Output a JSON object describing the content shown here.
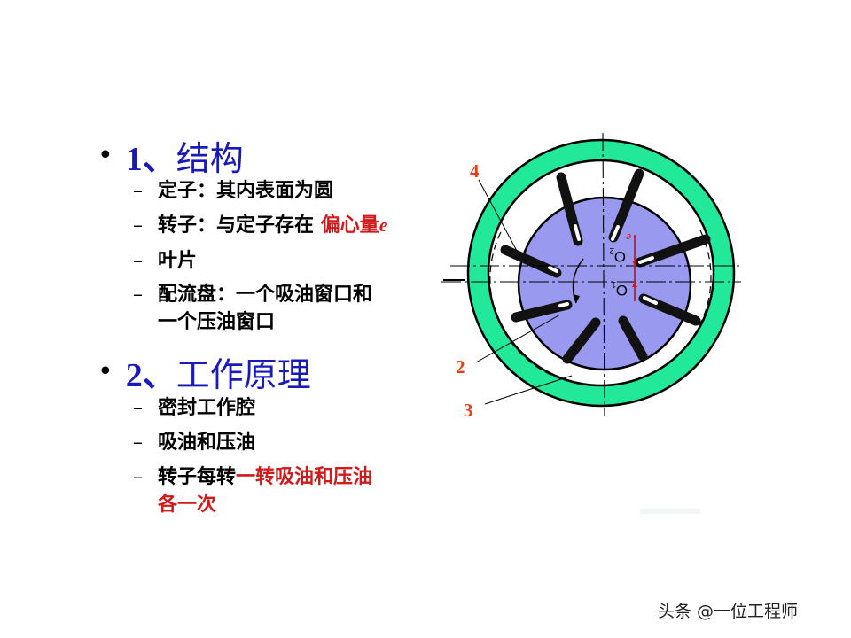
{
  "slide": {
    "sections": [
      {
        "number": "1、",
        "title": "结构",
        "items": [
          {
            "text": "定子：其内表面为圆",
            "highlight": ""
          },
          {
            "text": "转子：与定子存在 ",
            "highlight": "偏心量",
            "highlight_italic": "e"
          },
          {
            "text": "叶片",
            "highlight": ""
          },
          {
            "text": "配流盘：一个吸油窗口和",
            "continuation": "一个压油窗口",
            "highlight": ""
          }
        ]
      },
      {
        "number": "2、",
        "title": "工作原理",
        "items": [
          {
            "text": "密封工作腔",
            "highlight": ""
          },
          {
            "text": "吸油和压油",
            "highlight": ""
          },
          {
            "text": "转子每转",
            "highlight": "一转吸油和压油",
            "continuation_highlight": "各一次"
          }
        ]
      }
    ]
  },
  "diagram": {
    "labels": {
      "part_4": "4",
      "part_2": "2",
      "part_3": "3",
      "center_o1": "O",
      "center_o1_sub": "1",
      "center_o2": "O",
      "center_o2_sub": "2",
      "eccentricity": "e"
    },
    "colors": {
      "stator": "#22e89a",
      "rotor": "#9999f0",
      "vane": "#111111",
      "label": "#e0401a",
      "eccentric_line": "#e01010",
      "title_blue": "#1a1ab8",
      "highlight_red": "#d11a1a"
    }
  },
  "watermark": {
    "text": "头条 @一位工程师"
  }
}
